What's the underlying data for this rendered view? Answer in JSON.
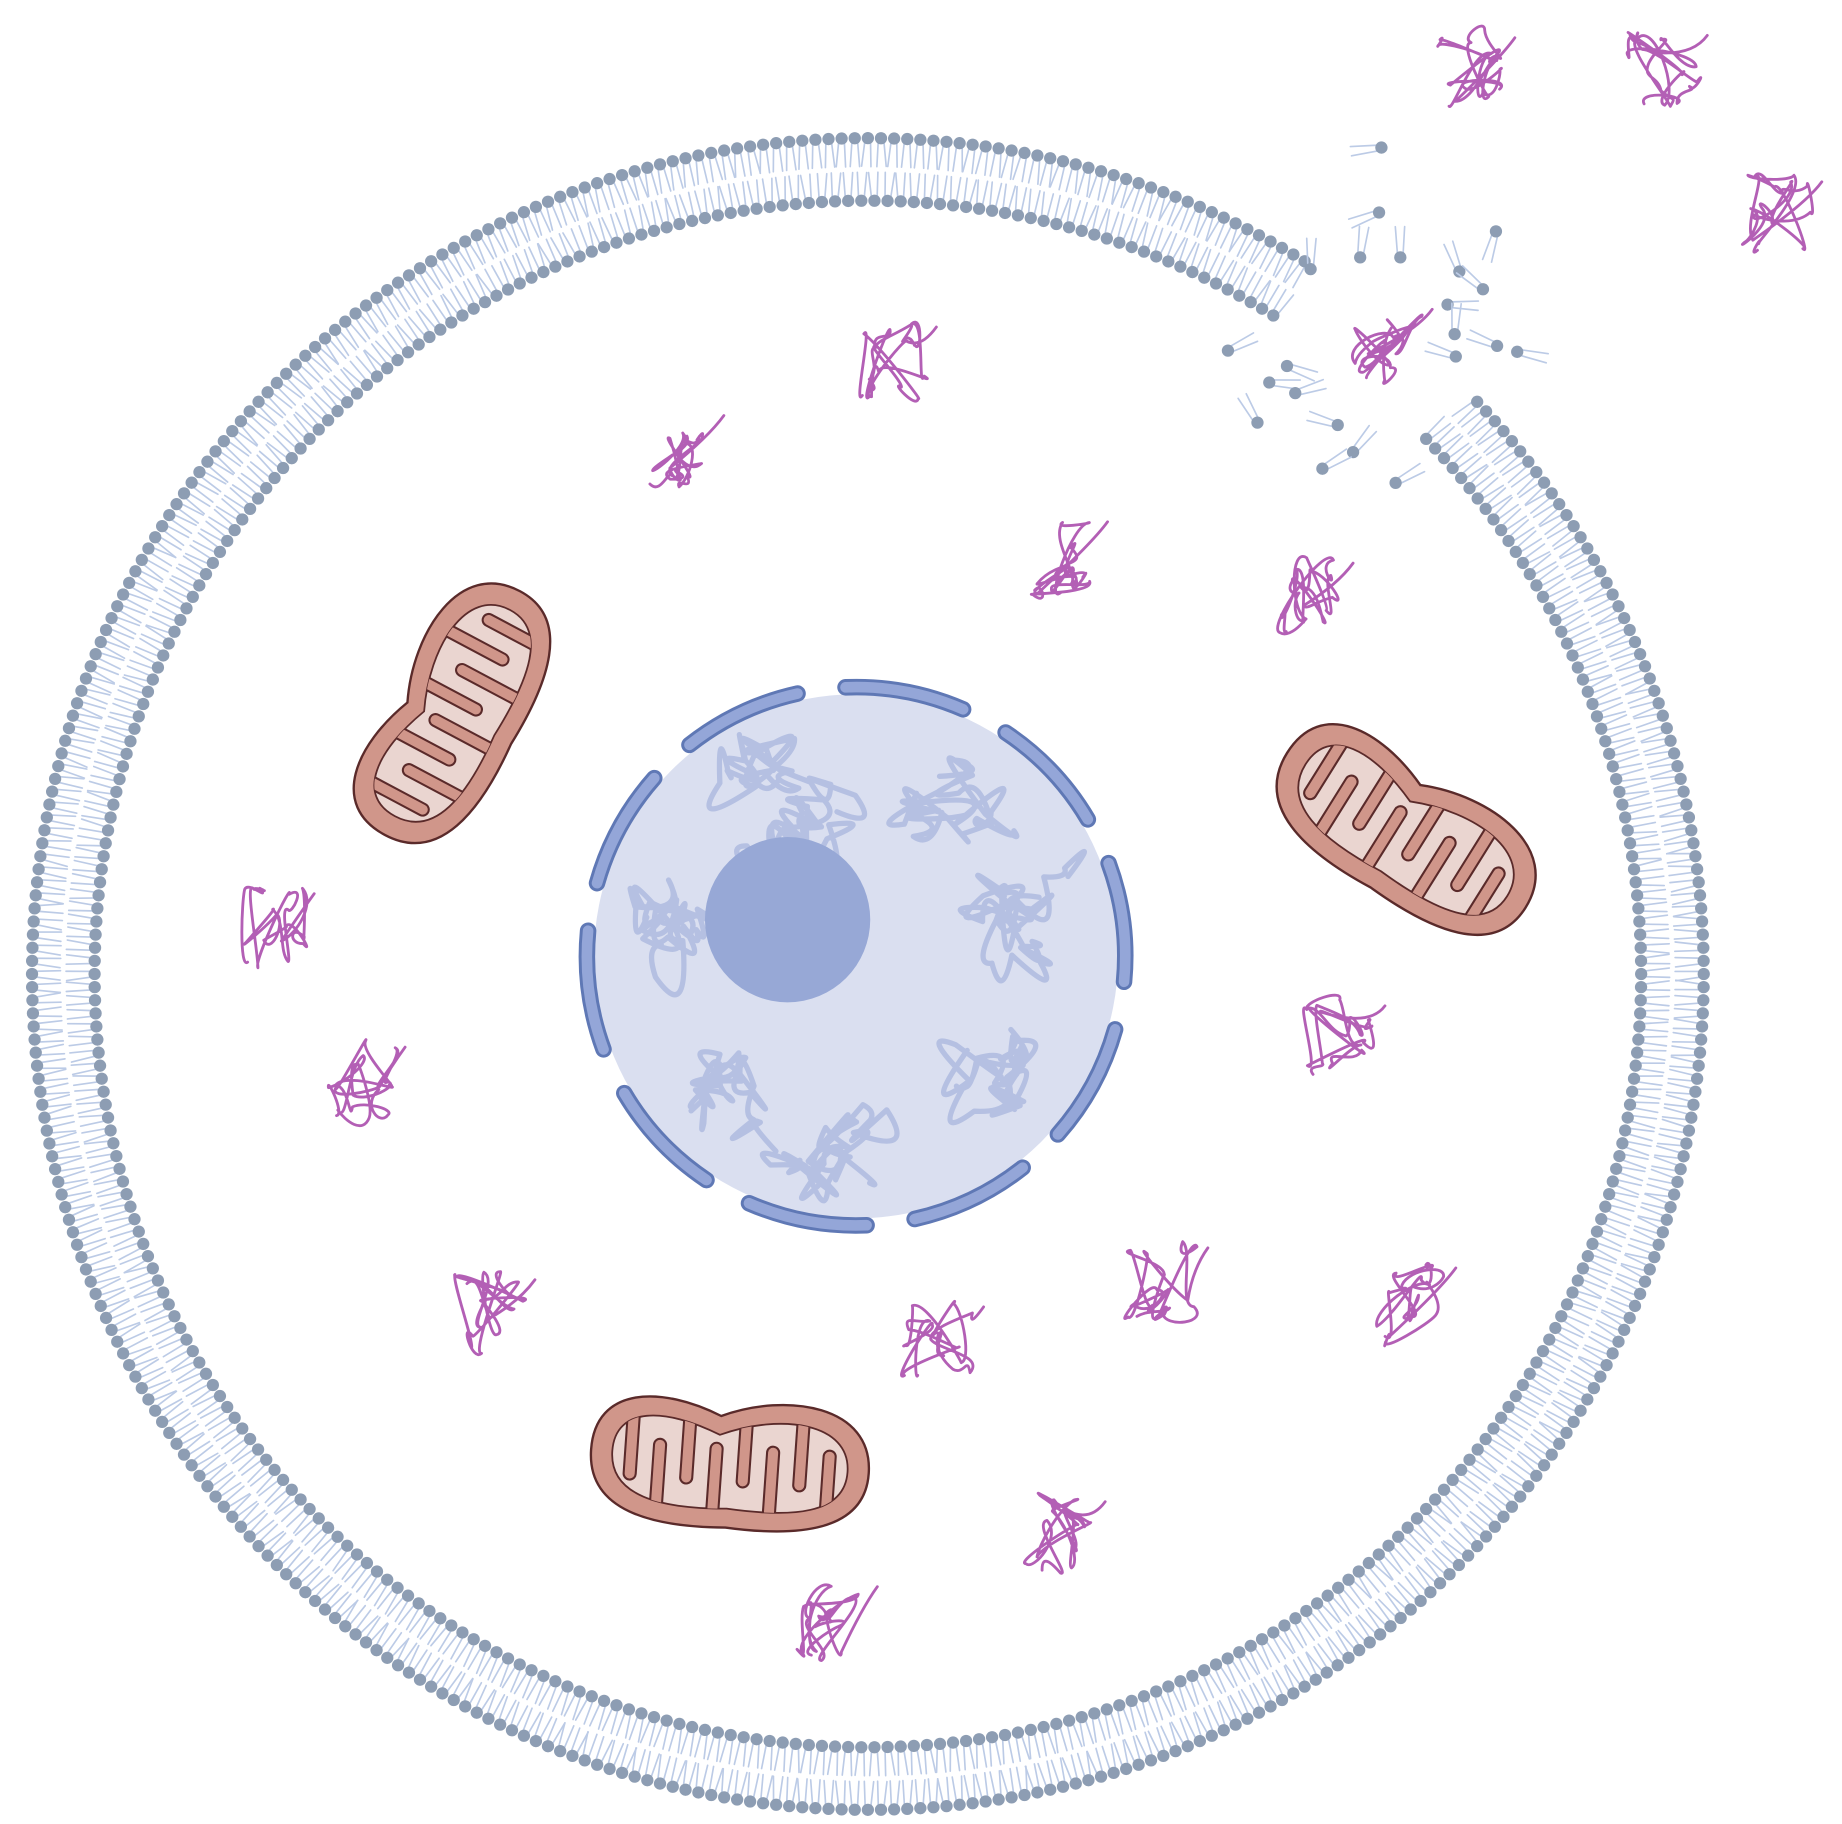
{
  "diagram": {
    "components": [
      "cell-membrane-bilayer",
      "membrane-rupture",
      "loose-phospholipids",
      "nucleus",
      "nuclear-envelope",
      "chromatin",
      "nucleolus",
      "mitochondrion",
      "protein"
    ],
    "colors": {
      "background": "#ffffff",
      "lipid_head": "#8d9db3",
      "lipid_tail": "#bccbe6",
      "nucleus_fill": "#dadff0",
      "chromatin": "#b5c0e2",
      "nucleolus": "#97a8d6",
      "envelope_outline": "#5f78b5",
      "envelope_fill": "#94a6d8",
      "mito_outer": "#d0968a",
      "mito_inner": "#ead5d0",
      "mito_stroke": "#5a2a2a",
      "protein": "#b35fb5"
    }
  }
}
